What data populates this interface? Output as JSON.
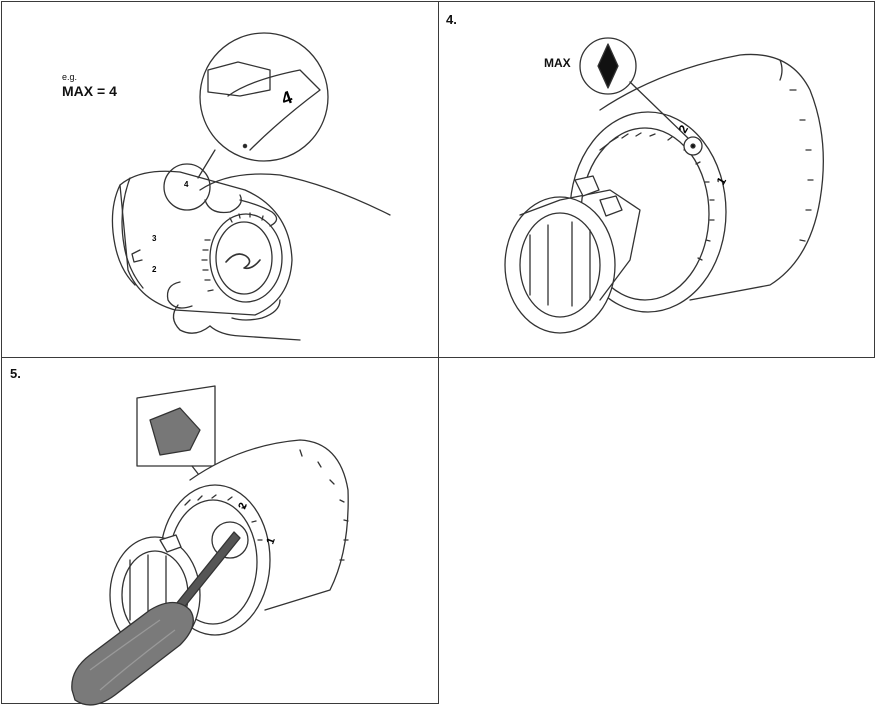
{
  "steps": {
    "step4": "4.",
    "step5": "5."
  },
  "panel1": {
    "eg": "e.g.",
    "max_eq": "MAX = 4",
    "dial_number": "4",
    "dial_3": "3",
    "dial_2": "2"
  },
  "panel2": {
    "max_label": "MAX",
    "dial_2": "2",
    "dial_1": "1"
  },
  "panel3": {
    "dial_2": "2",
    "dial_1": "1"
  },
  "colors": {
    "line": "#3a3a3a",
    "screwdriver_fill": "#7a7a7a",
    "screwdriver_dark": "#5a5a5a"
  }
}
